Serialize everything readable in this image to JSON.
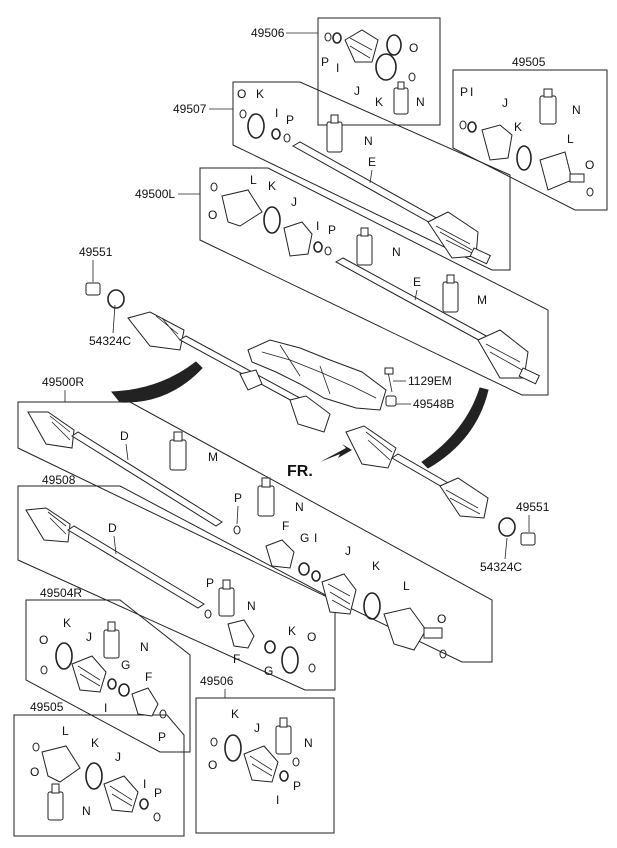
{
  "part_numbers": {
    "p49506_top": "49506",
    "p49505_top": "49505",
    "p49507": "49507",
    "p49500L": "49500L",
    "p49551_top": "49551",
    "p54324C_top": "54324C",
    "p1129EM": "1129EM",
    "p49548B": "49548B",
    "p49500R": "49500R",
    "p49508": "49508",
    "p49551_bot": "49551",
    "p54324C_bot": "54324C",
    "p49504R": "49504R",
    "p49506_bot": "49506",
    "p49505_bot": "49505"
  },
  "direction_label": "FR.",
  "letters": {
    "O": "O",
    "P": "P",
    "I": "I",
    "J": "J",
    "K": "K",
    "N": "N",
    "L": "L",
    "E": "E",
    "M": "M",
    "D": "D",
    "F": "F",
    "G": "G"
  }
}
